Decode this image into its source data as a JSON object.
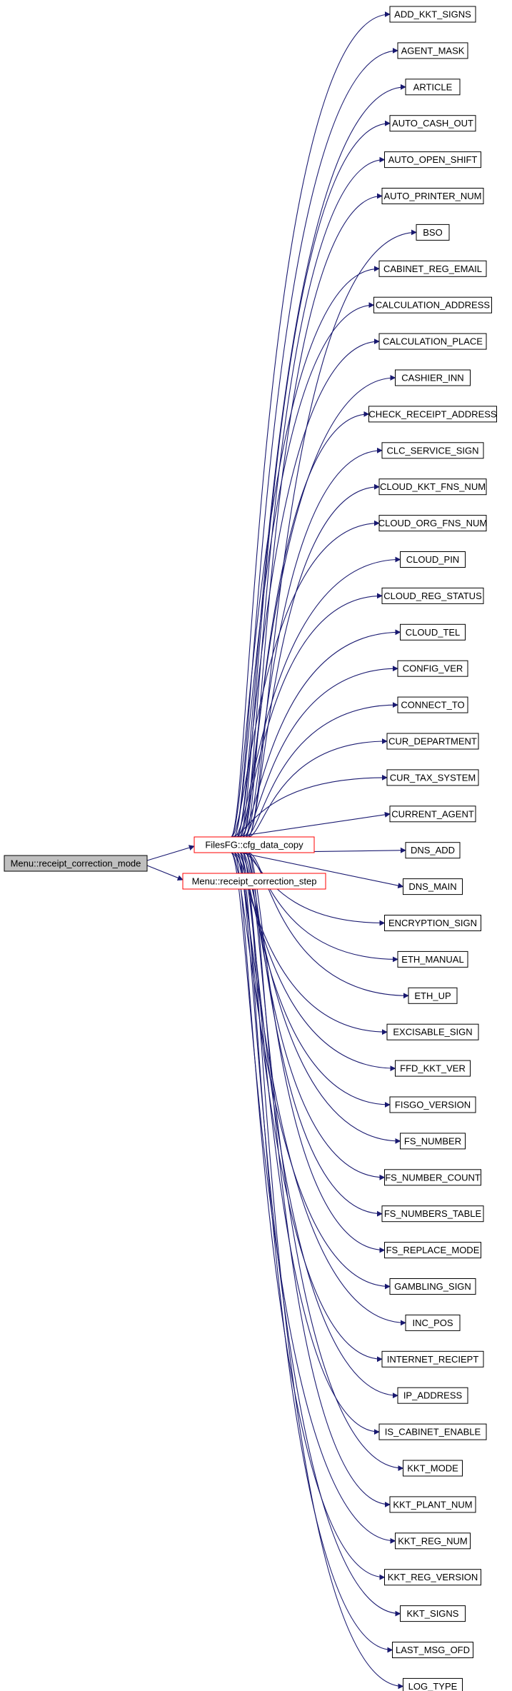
{
  "colors": {
    "edge": "#191970",
    "border": "#000000",
    "highlight_border": "#ff0000",
    "root_fill": "#bfbfbf",
    "node_fill": "#ffffff"
  },
  "root": {
    "label": "Menu::receipt_correction_mode"
  },
  "callees": [
    {
      "label": "FilesFG::cfg_data_copy"
    },
    {
      "label": "Menu::receipt_correction_step"
    }
  ],
  "leaves": [
    "ADD_KKT_SIGNS",
    "AGENT_MASK",
    "ARTICLE",
    "AUTO_CASH_OUT",
    "AUTO_OPEN_SHIFT",
    "AUTO_PRINTER_NUM",
    "BSO",
    "CABINET_REG_EMAIL",
    "CALCULATION_ADDRESS",
    "CALCULATION_PLACE",
    "CASHIER_INN",
    "CHECK_RECEIPT_ADDRESS",
    "CLC_SERVICE_SIGN",
    "CLOUD_KKT_FNS_NUM",
    "CLOUD_ORG_FNS_NUM",
    "CLOUD_PIN",
    "CLOUD_REG_STATUS",
    "CLOUD_TEL",
    "CONFIG_VER",
    "CONNECT_TO",
    "CUR_DEPARTMENT",
    "CUR_TAX_SYSTEM",
    "CURRENT_AGENT",
    "DNS_ADD",
    "DNS_MAIN",
    "ENCRYPTION_SIGN",
    "ETH_MANUAL",
    "ETH_UP",
    "EXCISABLE_SIGN",
    "FFD_KKT_VER",
    "FISGO_VERSION",
    "FS_NUMBER",
    "FS_NUMBER_COUNT",
    "FS_NUMBERS_TABLE",
    "FS_REPLACE_MODE",
    "GAMBLING_SIGN",
    "INC_POS",
    "INTERNET_RECIEPT",
    "IP_ADDRESS",
    "IS_CABINET_ENABLE",
    "KKT_MODE",
    "KKT_PLANT_NUM",
    "KKT_REG_NUM",
    "KKT_REG_VERSION",
    "KKT_SIGNS",
    "LAST_MSG_OFD",
    "LOG_TYPE"
  ]
}
